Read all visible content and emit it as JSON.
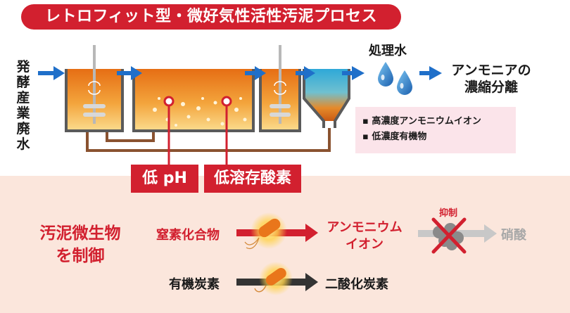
{
  "title": "レトロフィット型・微好気性活性汚泥プロセス",
  "inflow_label_chars": [
    "発",
    "酵",
    "産",
    "業",
    "廃",
    "水"
  ],
  "treated_water_label": "処理水",
  "concentration": {
    "line1": "アンモニアの",
    "line2": "濃縮分離"
  },
  "effluent_items": [
    "高濃度アンモニウムイオン",
    "低濃度有機物"
  ],
  "conditions": {
    "low_ph": "低 pH",
    "low_do": "低溶存酸素"
  },
  "control": {
    "line1": "汚泥微生物",
    "line2": "を制御"
  },
  "reaction1": {
    "input": "窒素化合物",
    "output_line1": "アンモニウム",
    "output_line2": "イオン",
    "suppressed_label": "抑制",
    "blocked_product": "硝酸"
  },
  "reaction2": {
    "input": "有機炭素",
    "output": "二酸化炭素"
  },
  "colors": {
    "accent_red": "#d2202f",
    "flow_blue": "#1f6fc9",
    "sludge_orange": "#e9761b",
    "return_brown": "#8a5230",
    "panel_bg": "#fbe6dc"
  },
  "icons": [
    "inflow-arrow-icon",
    "mixer-icon",
    "water-drop-icon",
    "bacteria-icon",
    "blocked-x-icon"
  ]
}
